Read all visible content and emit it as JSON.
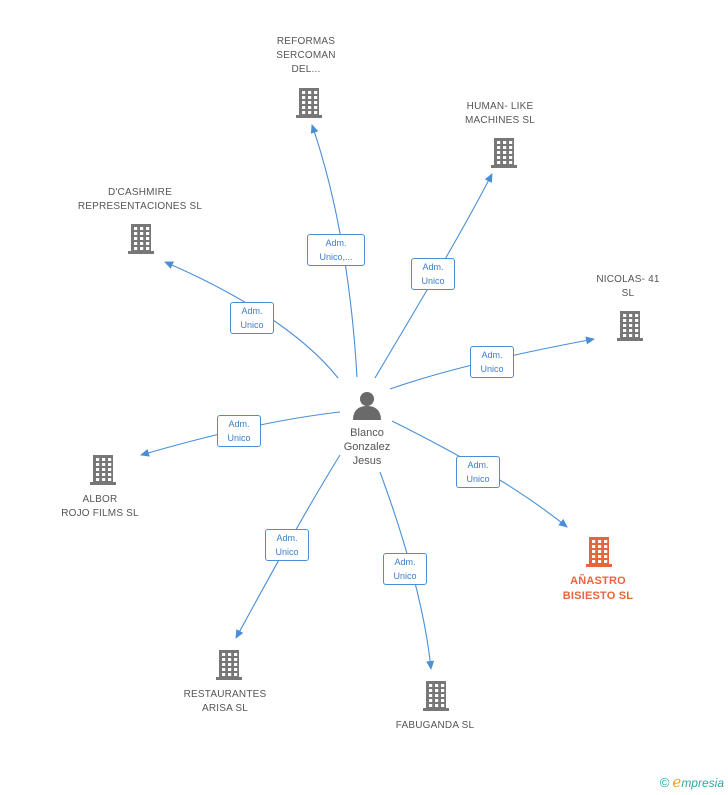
{
  "colors": {
    "edge": "#4a8fd6",
    "building": "#777777",
    "highlight": "#e8643a",
    "person": "#6a6a6a"
  },
  "center": {
    "icon": "person-icon",
    "name_lines": [
      "Blanco",
      "Gonzalez",
      "Jesus"
    ]
  },
  "nodes": [
    {
      "id": "reformas",
      "icon": "building-icon",
      "lines": [
        "REFORMAS",
        "SERCOMAN",
        "DEL..."
      ],
      "highlight": false
    },
    {
      "id": "human",
      "icon": "building-icon",
      "lines": [
        "HUMAN- LIKE",
        "MACHINES SL"
      ],
      "highlight": false
    },
    {
      "id": "dcashmire",
      "icon": "building-icon",
      "lines": [
        "D'CASHMIRE",
        "REPRESENTACIONES SL"
      ],
      "highlight": false
    },
    {
      "id": "nicolas",
      "icon": "building-icon",
      "lines": [
        "NICOLAS- 41",
        "SL"
      ],
      "highlight": false
    },
    {
      "id": "albor",
      "icon": "building-icon",
      "lines": [
        "ALBOR",
        "ROJO FILMS SL"
      ],
      "highlight": false
    },
    {
      "id": "anastro",
      "icon": "building-icon",
      "lines": [
        "AÑASTRO",
        "BISIESTO SL"
      ],
      "highlight": true
    },
    {
      "id": "restaurantes",
      "icon": "building-icon",
      "lines": [
        "RESTAURANTES",
        "ARISA SL"
      ],
      "highlight": false
    },
    {
      "id": "fabuganda",
      "icon": "building-icon",
      "lines": [
        "FABUGANDA SL"
      ],
      "highlight": false
    }
  ],
  "edges": [
    {
      "to": "reformas",
      "label_lines": [
        "Adm.",
        "Unico,..."
      ]
    },
    {
      "to": "human",
      "label_lines": [
        "Adm.",
        "Unico"
      ]
    },
    {
      "to": "dcashmire",
      "label_lines": [
        "Adm.",
        "Unico"
      ]
    },
    {
      "to": "nicolas",
      "label_lines": [
        "Adm.",
        "Unico"
      ]
    },
    {
      "to": "albor",
      "label_lines": [
        "Adm.",
        "Unico"
      ]
    },
    {
      "to": "anastro",
      "label_lines": [
        "Adm.",
        "Unico"
      ]
    },
    {
      "to": "restaurantes",
      "label_lines": [
        "Adm.",
        "Unico"
      ]
    },
    {
      "to": "fabuganda",
      "label_lines": [
        "Adm.",
        "Unico"
      ]
    }
  ],
  "brand": {
    "copyright": "©",
    "e": "e",
    "rest": "mpresia"
  }
}
